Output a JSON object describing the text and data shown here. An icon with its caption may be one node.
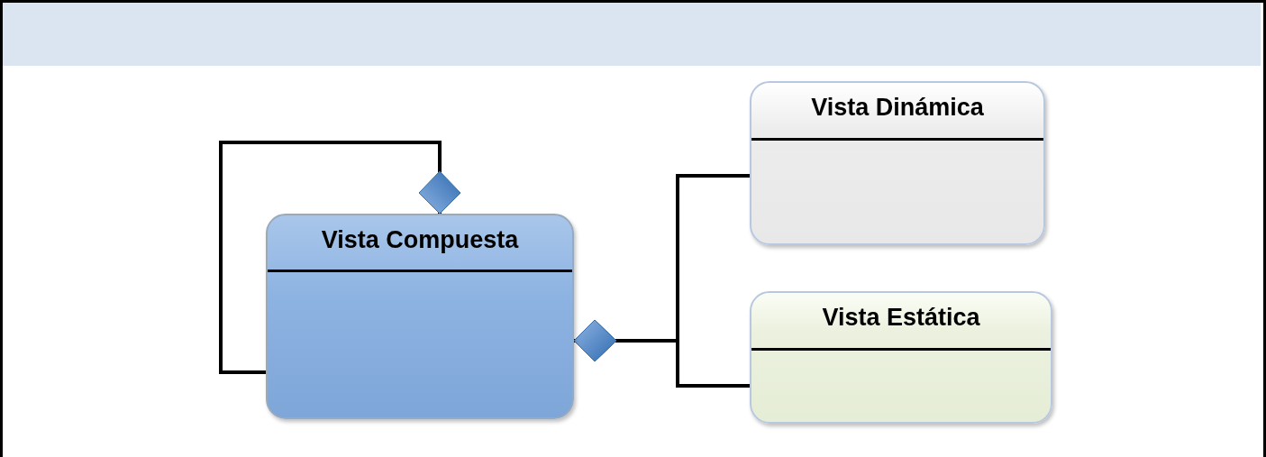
{
  "diagram": {
    "nodes": [
      {
        "text": [
          "Vista Compuesta"
        ]
      },
      {
        "text": [
          "Vista Dinámica"
        ]
      },
      {
        "text": [
          "Vista Estática"
        ]
      }
    ],
    "edges": [
      {
        "from": 0,
        "to": 0,
        "arrow": "other"
      },
      {
        "from": 0,
        "to": 1,
        "arrow": "other"
      },
      {
        "from": 0,
        "to": 2,
        "arrow": "other"
      }
    ]
  }
}
